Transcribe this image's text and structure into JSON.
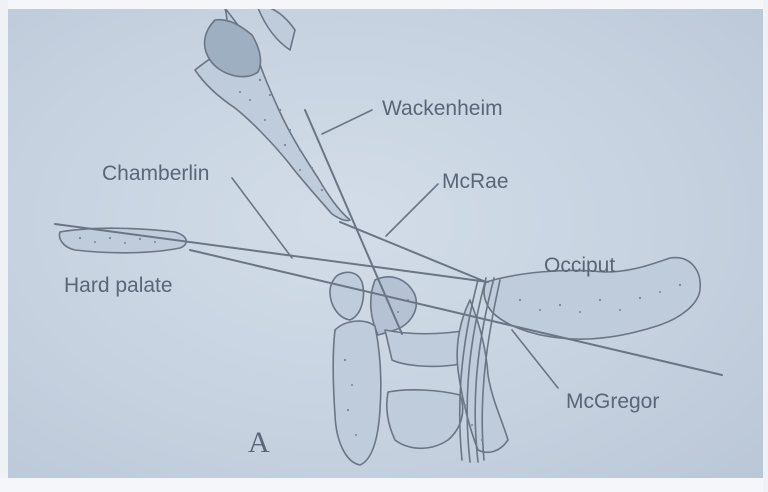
{
  "labels": {
    "wackenheim": "Wackenheim",
    "chamberlin": "Chamberlin",
    "mcrae": "McRae",
    "hard_palate": "Hard palate",
    "occiput": "Occiput",
    "mcgregor": "McGregor",
    "figure_letter": "A"
  },
  "colors": {
    "background": "#c8d4e2",
    "outline": "#6a7585",
    "bone_fill": "#bfccdb",
    "label_text": "#5a6678"
  }
}
